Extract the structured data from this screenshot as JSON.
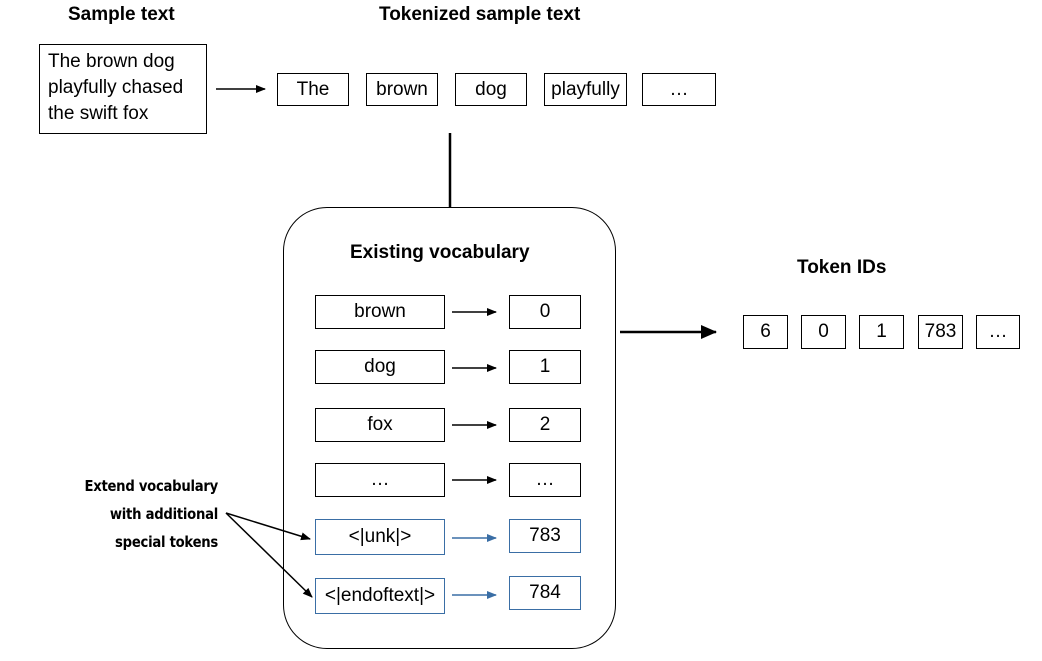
{
  "headings": {
    "sample_text": "Sample text",
    "tokenized_sample_text": "Tokenized sample text",
    "existing_vocabulary": "Existing vocabulary",
    "token_ids": "Token IDs"
  },
  "sample_text_lines": [
    "The brown dog",
    "playfully chased",
    "the swift fox"
  ],
  "tokens": [
    "The",
    "brown",
    "dog",
    "playfully",
    "…"
  ],
  "vocabulary": [
    {
      "token": "brown",
      "id": "0",
      "special": false
    },
    {
      "token": "dog",
      "id": "1",
      "special": false
    },
    {
      "token": "fox",
      "id": "2",
      "special": false
    },
    {
      "token": "…",
      "id": "…",
      "special": false
    },
    {
      "token": "<|unk|>",
      "id": "783",
      "special": true
    },
    {
      "token": "<|endoftext|>",
      "id": "784",
      "special": true
    }
  ],
  "token_ids": [
    "6",
    "0",
    "1",
    "783",
    "…"
  ],
  "annotation_lines": [
    "Extend vocabulary",
    "with additional",
    "special tokens"
  ],
  "colors": {
    "special_border": "#3a6ea5",
    "special_arrow": "#3a6ea5",
    "line": "#000000"
  }
}
